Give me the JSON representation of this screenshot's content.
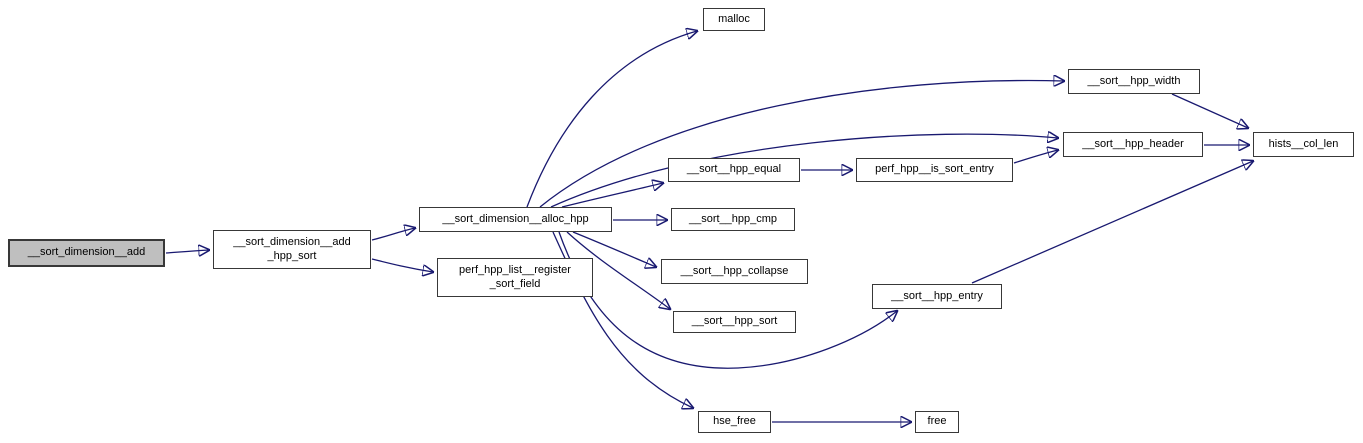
{
  "diagram": {
    "type": "call-graph",
    "background_color": "#ffffff",
    "edge_color": "#191970",
    "node_border_color": "#383838",
    "highlight_fill": "#bfbfbf",
    "nodes": {
      "add": {
        "label": "__sort_dimension__add",
        "highlighted": true
      },
      "addhpp": {
        "label": "__sort_dimension__add\n_hpp_sort"
      },
      "alloc": {
        "label": "__sort_dimension__alloc_hpp"
      },
      "register": {
        "label": "perf_hpp_list__register\n_sort_field"
      },
      "malloc": {
        "label": "malloc"
      },
      "width": {
        "label": "__sort__hpp_width"
      },
      "header": {
        "label": "__sort__hpp_header"
      },
      "collen": {
        "label": "hists__col_len"
      },
      "equal": {
        "label": "__sort__hpp_equal"
      },
      "issort": {
        "label": "perf_hpp__is_sort_entry"
      },
      "cmp": {
        "label": "__sort__hpp_cmp"
      },
      "collapse": {
        "label": "__sort__hpp_collapse"
      },
      "sort": {
        "label": "__sort__hpp_sort"
      },
      "entry": {
        "label": "__sort__hpp_entry"
      },
      "hsefree": {
        "label": "hse_free"
      },
      "free": {
        "label": "free"
      }
    },
    "edges": [
      {
        "from": "__sort_dimension__add",
        "to": "__sort_dimension__add_hpp_sort"
      },
      {
        "from": "__sort_dimension__add_hpp_sort",
        "to": "__sort_dimension__alloc_hpp"
      },
      {
        "from": "__sort_dimension__add_hpp_sort",
        "to": "perf_hpp_list__register_sort_field"
      },
      {
        "from": "__sort_dimension__alloc_hpp",
        "to": "malloc"
      },
      {
        "from": "__sort_dimension__alloc_hpp",
        "to": "__sort__hpp_width"
      },
      {
        "from": "__sort_dimension__alloc_hpp",
        "to": "__sort__hpp_header"
      },
      {
        "from": "__sort_dimension__alloc_hpp",
        "to": "__sort__hpp_equal"
      },
      {
        "from": "__sort_dimension__alloc_hpp",
        "to": "__sort__hpp_cmp"
      },
      {
        "from": "__sort_dimension__alloc_hpp",
        "to": "__sort__hpp_collapse"
      },
      {
        "from": "__sort_dimension__alloc_hpp",
        "to": "__sort__hpp_sort"
      },
      {
        "from": "__sort_dimension__alloc_hpp",
        "to": "__sort__hpp_entry"
      },
      {
        "from": "__sort_dimension__alloc_hpp",
        "to": "hse_free"
      },
      {
        "from": "__sort__hpp_equal",
        "to": "perf_hpp__is_sort_entry"
      },
      {
        "from": "perf_hpp__is_sort_entry",
        "to": "__sort__hpp_header"
      },
      {
        "from": "__sort__hpp_width",
        "to": "hists__col_len"
      },
      {
        "from": "__sort__hpp_header",
        "to": "hists__col_len"
      },
      {
        "from": "__sort__hpp_entry",
        "to": "hists__col_len"
      },
      {
        "from": "hse_free",
        "to": "free"
      }
    ]
  }
}
